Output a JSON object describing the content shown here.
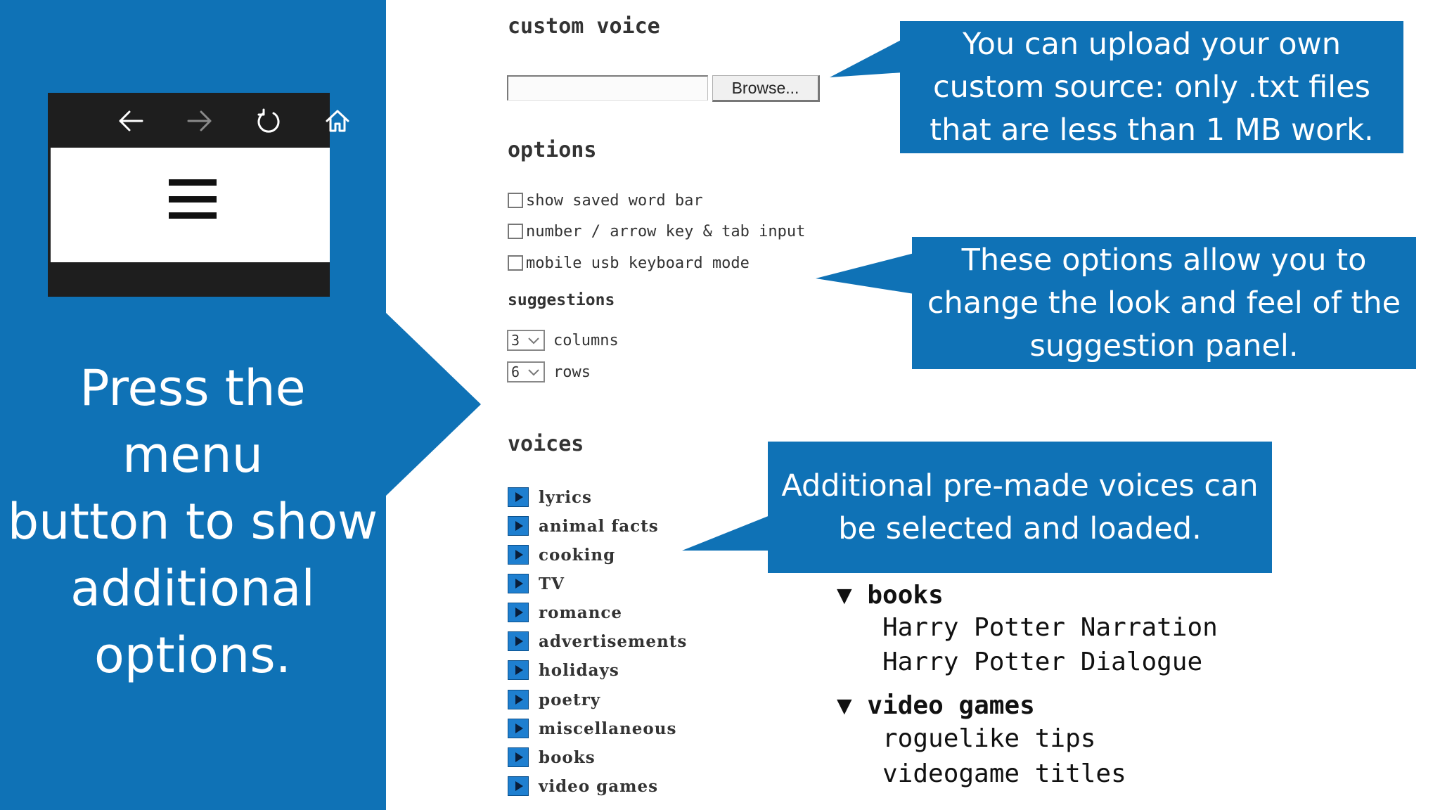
{
  "left": {
    "heading_lines": [
      "Press the menu",
      "button to show",
      "additional",
      "options."
    ],
    "browser": {
      "nav_icons": [
        "back-arrow-icon",
        "forward-arrow-icon",
        "refresh-icon",
        "home-icon"
      ],
      "menu_icon": "hamburger-menu-icon"
    }
  },
  "custom_voice": {
    "title": "custom voice",
    "browse_label": "Browse..."
  },
  "options": {
    "title": "options",
    "checkboxes": [
      {
        "label": "show saved word bar",
        "checked": false
      },
      {
        "label": "number / arrow key & tab input",
        "checked": false
      },
      {
        "label": "mobile usb keyboard mode",
        "checked": false
      }
    ],
    "suggestions_title": "suggestions",
    "columns": {
      "value": "3",
      "label": "columns"
    },
    "rows": {
      "value": "6",
      "label": "rows"
    }
  },
  "voices": {
    "title": "voices",
    "items": [
      "lyrics",
      "animal facts",
      "cooking",
      "TV",
      "romance",
      "advertisements",
      "holidays",
      "poetry",
      "miscellaneous",
      "books",
      "video games"
    ]
  },
  "callouts": {
    "upload": [
      "You can upload your own",
      "custom source: only .txt files",
      "that are less than 1 MB work."
    ],
    "options": [
      "These options allow you to",
      "change the look and feel of the",
      "suggestion panel."
    ],
    "voices": [
      "Additional pre-made voices can",
      "be selected and loaded."
    ]
  },
  "tree": {
    "groups": [
      {
        "name": "books",
        "items": [
          "Harry Potter Narration",
          "Harry Potter Dialogue"
        ]
      },
      {
        "name": "video games",
        "items": [
          "roguelike tips",
          "videogame titles"
        ]
      }
    ]
  },
  "colors": {
    "accent_blue": "#0f72b6",
    "play_blue": "#1e7fd0"
  }
}
